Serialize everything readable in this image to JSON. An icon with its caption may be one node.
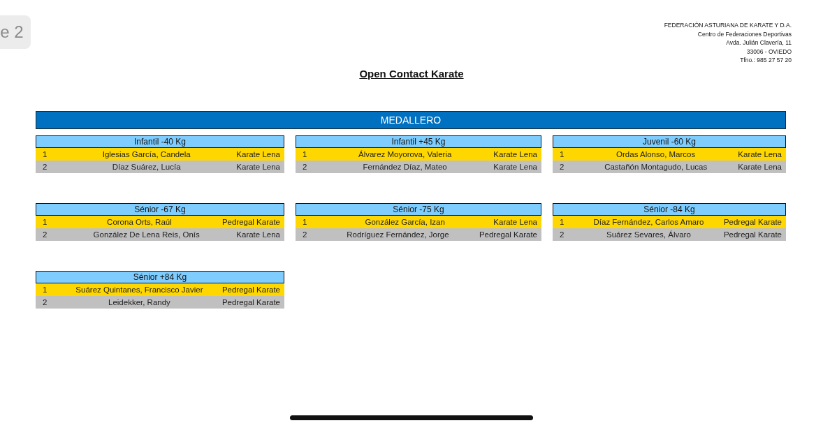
{
  "diagram": {
    "title": "Open Contact Karate",
    "nodes": [
      {
        "text": [
          "MEDALLERO"
        ]
      },
      {
        "text": [
          "Infantil -40 Kg"
        ]
      },
      {
        "text": [
          "1",
          "Iglesias García, Candela",
          "Karate Lena"
        ]
      },
      {
        "text": [
          "2",
          "Díaz Suárez, Lucía",
          "Karate Lena"
        ]
      },
      {
        "text": [
          "Infantil +45 Kg"
        ]
      },
      {
        "text": [
          "1",
          "Álvarez Moyorova, Valeria",
          "Karate Lena"
        ]
      },
      {
        "text": [
          "2",
          "Fernández Díaz, Mateo",
          "Karate Lena"
        ]
      },
      {
        "text": [
          "Juvenil -60 Kg"
        ]
      },
      {
        "text": [
          "1",
          "Ordas Alonso, Marcos",
          "Karate Lena"
        ]
      },
      {
        "text": [
          "2",
          "Castañón Montagudo, Lucas",
          "Karate Lena"
        ]
      },
      {
        "text": [
          "Sénior -67 Kg"
        ]
      },
      {
        "text": [
          "1",
          "Corona Orts, Raúl",
          "Pedregal Karate"
        ]
      },
      {
        "text": [
          "2",
          "González De Lena Reis, Onís",
          "Karate Lena"
        ]
      },
      {
        "text": [
          "Sénior -75 Kg"
        ]
      },
      {
        "text": [
          "1",
          "González García, Izan",
          "Karate Lena"
        ]
      },
      {
        "text": [
          "2",
          "Rodríguez Fernández, Jorge",
          "Pedregal Karate"
        ]
      },
      {
        "text": [
          "Sénior -84 Kg"
        ]
      },
      {
        "text": [
          "1",
          "Díaz Fernández, Carlos Amaro",
          "Pedregal Karate"
        ]
      },
      {
        "text": [
          "2",
          "Suárez Sevares, Álvaro",
          "Pedregal Karate"
        ]
      },
      {
        "text": [
          "Sénior +84 Kg"
        ]
      },
      {
        "text": [
          "1",
          "Suárez Quintanes, Francisco Javier",
          "Pedregal Karate"
        ]
      },
      {
        "text": [
          "2",
          "Leidekker, Randy",
          "Pedregal Karate"
        ]
      }
    ],
    "labels": [
      "e 2",
      "FEDERACIÓN ASTURIANA DE KARATE Y D.A.",
      "Centro de Federaciones Deportivas",
      "Avda. Julián Clavería, 11",
      "33006 - OVIEDO",
      "Tfno.: 985 27 57 20"
    ]
  }
}
